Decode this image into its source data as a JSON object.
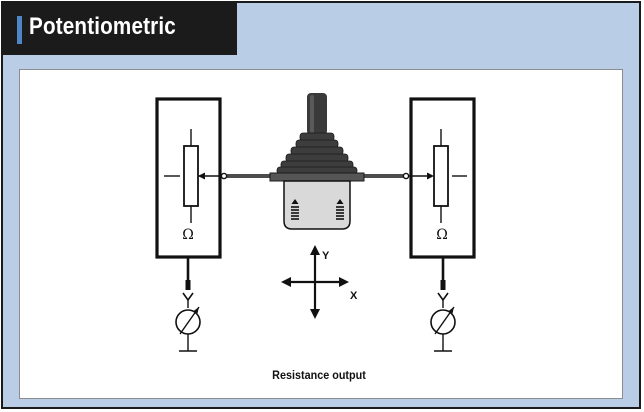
{
  "header": {
    "title": "Potentiometric"
  },
  "diagram": {
    "left_potentiometer": {
      "symbol": "Ω"
    },
    "right_potentiometer": {
      "symbol": "Ω"
    },
    "axes": {
      "y_label": "Y",
      "x_label": "X"
    },
    "caption": "Resistance output"
  },
  "colors": {
    "frame_background": "#b9cde6",
    "title_background": "#1b1b1b",
    "title_accent": "#4f86c6",
    "panel_background": "#ffffff",
    "joystick_dark": "#3a3a3a",
    "joystick_base": "#d9d9d9"
  }
}
